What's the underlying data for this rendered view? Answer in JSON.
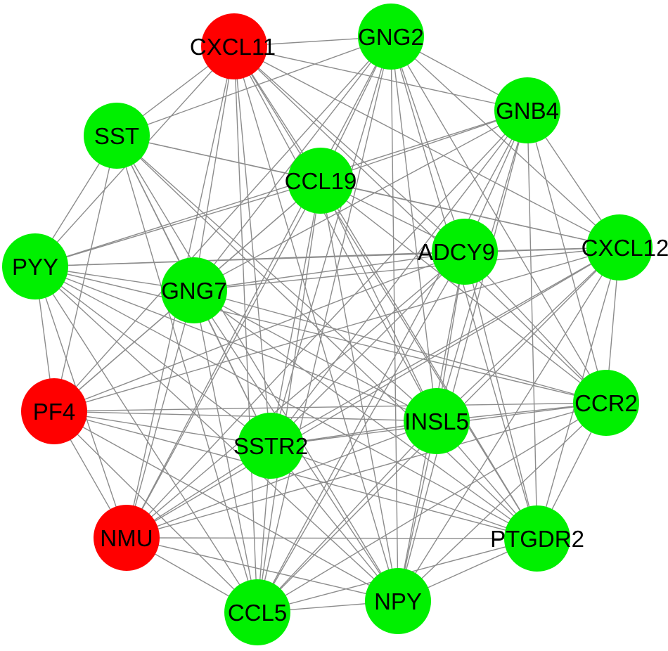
{
  "colors": {
    "up": "#ff0000",
    "down": "#00f000",
    "edge": "#8c8c8c",
    "label": "#000000"
  },
  "nodes": [
    {
      "id": "CXCL11",
      "label": "CXCL11",
      "status": "up"
    },
    {
      "id": "GNG2",
      "label": "GNG2",
      "status": "down"
    },
    {
      "id": "GNB4",
      "label": "GNB4",
      "status": "down"
    },
    {
      "id": "SST",
      "label": "SST",
      "status": "down"
    },
    {
      "id": "CCL19",
      "label": "CCL19",
      "status": "down"
    },
    {
      "id": "ADCY9",
      "label": "ADCY9",
      "status": "down"
    },
    {
      "id": "CXCL12",
      "label": "CXCL12",
      "status": "down"
    },
    {
      "id": "PYY",
      "label": "PYY",
      "status": "down"
    },
    {
      "id": "GNG7",
      "label": "GNG7",
      "status": "down"
    },
    {
      "id": "PF4",
      "label": "PF4",
      "status": "up"
    },
    {
      "id": "INSL5",
      "label": "INSL5",
      "status": "down"
    },
    {
      "id": "CCR2",
      "label": "CCR2",
      "status": "down"
    },
    {
      "id": "SSTR2",
      "label": "SSTR2",
      "status": "down"
    },
    {
      "id": "NMU",
      "label": "NMU",
      "status": "up"
    },
    {
      "id": "PTGDR2",
      "label": "PTGDR2",
      "status": "down"
    },
    {
      "id": "CCL5",
      "label": "CCL5",
      "status": "down"
    },
    {
      "id": "NPY",
      "label": "NPY",
      "status": "down"
    }
  ],
  "edges": [
    [
      "CXCL11",
      "GNG2"
    ],
    [
      "CXCL11",
      "GNB4"
    ],
    [
      "CXCL11",
      "SST"
    ],
    [
      "CXCL11",
      "CCL19"
    ],
    [
      "CXCL11",
      "ADCY9"
    ],
    [
      "CXCL11",
      "CXCL12"
    ],
    [
      "CXCL11",
      "PYY"
    ],
    [
      "CXCL11",
      "GNG7"
    ],
    [
      "CXCL11",
      "INSL5"
    ],
    [
      "CXCL11",
      "CCR2"
    ],
    [
      "CXCL11",
      "SSTR2"
    ],
    [
      "CXCL11",
      "NMU"
    ],
    [
      "CXCL11",
      "PTGDR2"
    ],
    [
      "CXCL11",
      "CCL5"
    ],
    [
      "CXCL11",
      "NPY"
    ],
    [
      "GNG2",
      "GNB4"
    ],
    [
      "GNG2",
      "SST"
    ],
    [
      "GNG2",
      "CCL19"
    ],
    [
      "GNG2",
      "ADCY9"
    ],
    [
      "GNG2",
      "CXCL12"
    ],
    [
      "GNG2",
      "GNG7"
    ],
    [
      "GNG2",
      "PF4"
    ],
    [
      "GNG2",
      "INSL5"
    ],
    [
      "GNG2",
      "CCR2"
    ],
    [
      "GNG2",
      "SSTR2"
    ],
    [
      "GNG2",
      "NMU"
    ],
    [
      "GNG2",
      "PTGDR2"
    ],
    [
      "GNG2",
      "CCL5"
    ],
    [
      "GNG2",
      "NPY"
    ],
    [
      "GNB4",
      "CCL19"
    ],
    [
      "GNB4",
      "ADCY9"
    ],
    [
      "GNB4",
      "CXCL12"
    ],
    [
      "GNB4",
      "PYY"
    ],
    [
      "GNB4",
      "GNG7"
    ],
    [
      "GNB4",
      "INSL5"
    ],
    [
      "GNB4",
      "CCR2"
    ],
    [
      "GNB4",
      "SSTR2"
    ],
    [
      "GNB4",
      "NMU"
    ],
    [
      "GNB4",
      "PTGDR2"
    ],
    [
      "GNB4",
      "CCL5"
    ],
    [
      "GNB4",
      "NPY"
    ],
    [
      "SST",
      "CCL19"
    ],
    [
      "SST",
      "CXCL12"
    ],
    [
      "SST",
      "PYY"
    ],
    [
      "SST",
      "GNG7"
    ],
    [
      "SST",
      "PF4"
    ],
    [
      "SST",
      "INSL5"
    ],
    [
      "SST",
      "SSTR2"
    ],
    [
      "SST",
      "PTGDR2"
    ],
    [
      "SST",
      "CCL5"
    ],
    [
      "SST",
      "NPY"
    ],
    [
      "CCL19",
      "ADCY9"
    ],
    [
      "CCL19",
      "CXCL12"
    ],
    [
      "CCL19",
      "PYY"
    ],
    [
      "CCL19",
      "GNG7"
    ],
    [
      "CCL19",
      "PF4"
    ],
    [
      "CCL19",
      "INSL5"
    ],
    [
      "CCL19",
      "CCR2"
    ],
    [
      "CCL19",
      "SSTR2"
    ],
    [
      "CCL19",
      "NMU"
    ],
    [
      "CCL19",
      "PTGDR2"
    ],
    [
      "CCL19",
      "CCL5"
    ],
    [
      "CCL19",
      "NPY"
    ],
    [
      "ADCY9",
      "CXCL12"
    ],
    [
      "ADCY9",
      "PYY"
    ],
    [
      "ADCY9",
      "GNG7"
    ],
    [
      "ADCY9",
      "PF4"
    ],
    [
      "ADCY9",
      "INSL5"
    ],
    [
      "ADCY9",
      "CCR2"
    ],
    [
      "ADCY9",
      "SSTR2"
    ],
    [
      "ADCY9",
      "NMU"
    ],
    [
      "ADCY9",
      "PTGDR2"
    ],
    [
      "ADCY9",
      "CCL5"
    ],
    [
      "ADCY9",
      "NPY"
    ],
    [
      "CXCL12",
      "PYY"
    ],
    [
      "CXCL12",
      "GNG7"
    ],
    [
      "CXCL12",
      "PF4"
    ],
    [
      "CXCL12",
      "INSL5"
    ],
    [
      "CXCL12",
      "CCR2"
    ],
    [
      "CXCL12",
      "SSTR2"
    ],
    [
      "CXCL12",
      "NMU"
    ],
    [
      "CXCL12",
      "PTGDR2"
    ],
    [
      "CXCL12",
      "CCL5"
    ],
    [
      "CXCL12",
      "NPY"
    ],
    [
      "PYY",
      "GNG7"
    ],
    [
      "PYY",
      "PF4"
    ],
    [
      "PYY",
      "INSL5"
    ],
    [
      "PYY",
      "CCR2"
    ],
    [
      "PYY",
      "SSTR2"
    ],
    [
      "PYY",
      "NMU"
    ],
    [
      "PYY",
      "PTGDR2"
    ],
    [
      "PYY",
      "CCL5"
    ],
    [
      "PYY",
      "NPY"
    ],
    [
      "GNG7",
      "PF4"
    ],
    [
      "GNG7",
      "INSL5"
    ],
    [
      "GNG7",
      "CCR2"
    ],
    [
      "GNG7",
      "SSTR2"
    ],
    [
      "GNG7",
      "NMU"
    ],
    [
      "GNG7",
      "PTGDR2"
    ],
    [
      "GNG7",
      "CCL5"
    ],
    [
      "GNG7",
      "NPY"
    ],
    [
      "PF4",
      "INSL5"
    ],
    [
      "PF4",
      "CCR2"
    ],
    [
      "PF4",
      "SSTR2"
    ],
    [
      "PF4",
      "NMU"
    ],
    [
      "PF4",
      "PTGDR2"
    ],
    [
      "PF4",
      "CCL5"
    ],
    [
      "PF4",
      "NPY"
    ],
    [
      "INSL5",
      "CCR2"
    ],
    [
      "INSL5",
      "SSTR2"
    ],
    [
      "INSL5",
      "NMU"
    ],
    [
      "INSL5",
      "PTGDR2"
    ],
    [
      "INSL5",
      "CCL5"
    ],
    [
      "INSL5",
      "NPY"
    ],
    [
      "CCR2",
      "SSTR2"
    ],
    [
      "CCR2",
      "NMU"
    ],
    [
      "CCR2",
      "PTGDR2"
    ],
    [
      "CCR2",
      "CCL5"
    ],
    [
      "CCR2",
      "NPY"
    ],
    [
      "SSTR2",
      "NMU"
    ],
    [
      "SSTR2",
      "PTGDR2"
    ],
    [
      "SSTR2",
      "CCL5"
    ],
    [
      "SSTR2",
      "NPY"
    ],
    [
      "NMU",
      "PTGDR2"
    ],
    [
      "NMU",
      "CCL5"
    ],
    [
      "NMU",
      "NPY"
    ],
    [
      "PTGDR2",
      "CCL5"
    ],
    [
      "PTGDR2",
      "NPY"
    ],
    [
      "CCL5",
      "NPY"
    ]
  ]
}
